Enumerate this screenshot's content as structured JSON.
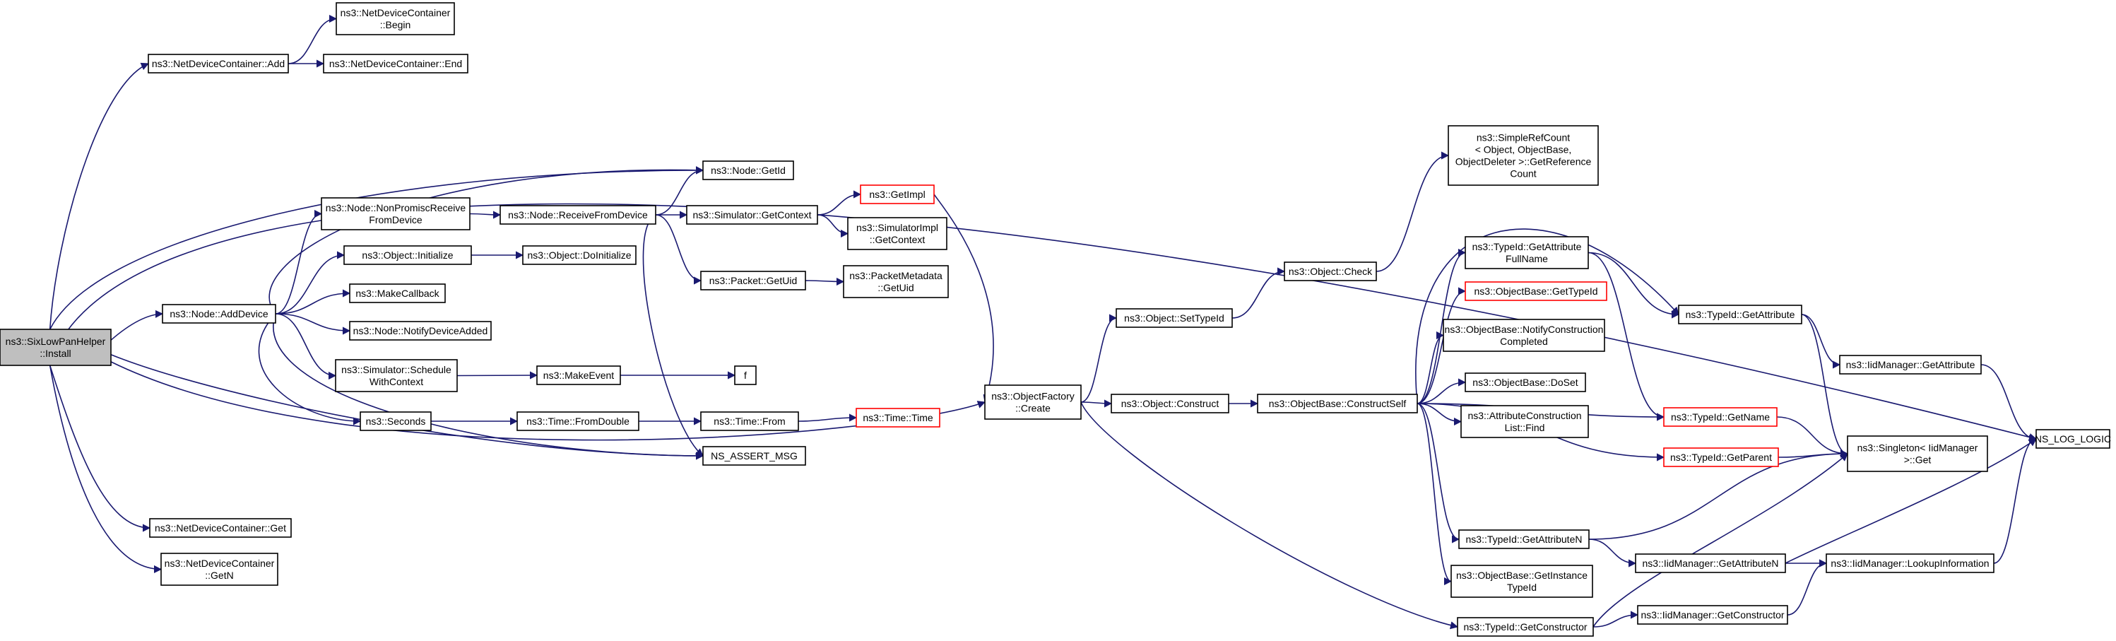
{
  "colors": {
    "edge": "#191970",
    "box_border": "#000000",
    "box_border_truncated": "#ff0000",
    "box_fill": "#ffffff",
    "root_fill": "#bfbfbf"
  },
  "nodes": [
    {
      "id": "root",
      "lines": [
        "ns3::SixLowPanHelper",
        "::Install"
      ],
      "root": true
    },
    {
      "id": "ndc_add",
      "lines": [
        "ns3::NetDeviceContainer::Add"
      ]
    },
    {
      "id": "ndc_begin",
      "lines": [
        "ns3::NetDeviceContainer",
        "::Begin"
      ]
    },
    {
      "id": "ndc_end",
      "lines": [
        "ns3::NetDeviceContainer::End"
      ]
    },
    {
      "id": "node_getid",
      "lines": [
        "ns3::Node::GetId"
      ]
    },
    {
      "id": "node_nonpromisc",
      "lines": [
        "ns3::Node::NonPromiscReceive",
        "FromDevice"
      ]
    },
    {
      "id": "node_receive",
      "lines": [
        "ns3::Node::ReceiveFromDevice"
      ]
    },
    {
      "id": "sim_getcontext",
      "lines": [
        "ns3::Simulator::GetContext"
      ]
    },
    {
      "id": "getimpl",
      "lines": [
        "ns3::GetImpl"
      ],
      "truncated": true
    },
    {
      "id": "simimpl_getcontext",
      "lines": [
        "ns3::SimulatorImpl",
        "::GetContext"
      ]
    },
    {
      "id": "obj_initialize",
      "lines": [
        "ns3::Object::Initialize"
      ]
    },
    {
      "id": "obj_doinitialize",
      "lines": [
        "ns3::Object::DoInitialize"
      ]
    },
    {
      "id": "packet_getuid",
      "lines": [
        "ns3::Packet::GetUid"
      ]
    },
    {
      "id": "packetmeta_getuid",
      "lines": [
        "ns3::PacketMetadata",
        "::GetUid"
      ]
    },
    {
      "id": "node_adddevice",
      "lines": [
        "ns3::Node::AddDevice"
      ]
    },
    {
      "id": "makecallback",
      "lines": [
        "ns3::MakeCallback"
      ]
    },
    {
      "id": "node_notify",
      "lines": [
        "ns3::Node::NotifyDeviceAdded"
      ]
    },
    {
      "id": "sim_schedule",
      "lines": [
        "ns3::Simulator::Schedule",
        "WithContext"
      ]
    },
    {
      "id": "makeevent",
      "lines": [
        "ns3::MakeEvent"
      ]
    },
    {
      "id": "f",
      "lines": [
        "f"
      ]
    },
    {
      "id": "seconds",
      "lines": [
        "ns3::Seconds"
      ]
    },
    {
      "id": "time_fromdouble",
      "lines": [
        "ns3::Time::FromDouble"
      ]
    },
    {
      "id": "time_from",
      "lines": [
        "ns3::Time::From"
      ]
    },
    {
      "id": "time_time",
      "lines": [
        "ns3::Time::Time"
      ],
      "truncated": true
    },
    {
      "id": "ns_assert",
      "lines": [
        "NS_ASSERT_MSG"
      ]
    },
    {
      "id": "ndc_get",
      "lines": [
        "ns3::NetDeviceContainer::Get"
      ]
    },
    {
      "id": "ndc_getn",
      "lines": [
        "ns3::NetDeviceContainer",
        "::GetN"
      ]
    },
    {
      "id": "objfactory_create",
      "lines": [
        "ns3::ObjectFactory",
        "::Create"
      ]
    },
    {
      "id": "obj_settypeid",
      "lines": [
        "ns3::Object::SetTypeId"
      ]
    },
    {
      "id": "obj_check",
      "lines": [
        "ns3::Object::Check"
      ]
    },
    {
      "id": "simplerefcount",
      "lines": [
        "ns3::SimpleRefCount",
        "< Object, ObjectBase,",
        "ObjectDeleter >::GetReference",
        "Count"
      ]
    },
    {
      "id": "obj_construct",
      "lines": [
        "ns3::Object::Construct"
      ]
    },
    {
      "id": "objbase_constructself",
      "lines": [
        "ns3::ObjectBase::ConstructSelf"
      ]
    },
    {
      "id": "typeid_getattrfullname",
      "lines": [
        "ns3::TypeId::GetAttribute",
        "FullName"
      ]
    },
    {
      "id": "objbase_gettypeid",
      "lines": [
        "ns3::ObjectBase::GetTypeId"
      ],
      "truncated": true
    },
    {
      "id": "objbase_notify",
      "lines": [
        "ns3::ObjectBase::NotifyConstruction",
        "Completed"
      ]
    },
    {
      "id": "objbase_doset",
      "lines": [
        "ns3::ObjectBase::DoSet"
      ]
    },
    {
      "id": "attrconstruction_find",
      "lines": [
        "ns3::AttributeConstruction",
        "List::Find"
      ]
    },
    {
      "id": "typeid_getname",
      "lines": [
        "ns3::TypeId::GetName"
      ],
      "truncated": true
    },
    {
      "id": "typeid_getparent",
      "lines": [
        "ns3::TypeId::GetParent"
      ],
      "truncated": true
    },
    {
      "id": "typeid_getattributen",
      "lines": [
        "ns3::TypeId::GetAttributeN"
      ]
    },
    {
      "id": "objbase_getinstance",
      "lines": [
        "ns3::ObjectBase::GetInstance",
        "TypeId"
      ]
    },
    {
      "id": "typeid_getconstructor",
      "lines": [
        "ns3::TypeId::GetConstructor"
      ]
    },
    {
      "id": "typeid_getattribute",
      "lines": [
        "ns3::TypeId::GetAttribute"
      ]
    },
    {
      "id": "iidmanager_getattribute",
      "lines": [
        "ns3::IidManager::GetAttribute"
      ]
    },
    {
      "id": "singleton_get",
      "lines": [
        "ns3::Singleton< IidManager",
        ">::Get"
      ]
    },
    {
      "id": "iidmanager_getattributen",
      "lines": [
        "ns3::IidManager::GetAttributeN"
      ]
    },
    {
      "id": "iidmanager_lookup",
      "lines": [
        "ns3::IidManager::LookupInformation"
      ]
    },
    {
      "id": "iidmanager_getconstructor",
      "lines": [
        "ns3::IidManager::GetConstructor"
      ]
    },
    {
      "id": "ns_log_logic",
      "lines": [
        "NS_LOG_LOGIC"
      ]
    }
  ],
  "edges": [
    [
      "root",
      "ndc_add"
    ],
    [
      "ndc_add",
      "ndc_begin"
    ],
    [
      "ndc_add",
      "ndc_end"
    ],
    [
      "root",
      "ns_log_logic"
    ],
    [
      "root",
      "node_getid"
    ],
    [
      "root",
      "node_adddevice"
    ],
    [
      "root",
      "ns_assert"
    ],
    [
      "root",
      "objfactory_create"
    ],
    [
      "root",
      "ndc_get"
    ],
    [
      "root",
      "ndc_getn"
    ],
    [
      "node_adddevice",
      "node_getid"
    ],
    [
      "node_adddevice",
      "node_nonpromisc"
    ],
    [
      "node_adddevice",
      "obj_initialize"
    ],
    [
      "node_adddevice",
      "makecallback"
    ],
    [
      "node_adddevice",
      "node_notify"
    ],
    [
      "node_adddevice",
      "sim_schedule"
    ],
    [
      "node_adddevice",
      "seconds"
    ],
    [
      "node_adddevice",
      "ns_assert"
    ],
    [
      "node_nonpromisc",
      "node_receive"
    ],
    [
      "node_receive",
      "node_getid"
    ],
    [
      "node_receive",
      "sim_getcontext"
    ],
    [
      "node_receive",
      "packet_getuid"
    ],
    [
      "node_receive",
      "ns_assert"
    ],
    [
      "sim_getcontext",
      "getimpl"
    ],
    [
      "sim_getcontext",
      "simimpl_getcontext"
    ],
    [
      "getimpl",
      "objfactory_create"
    ],
    [
      "obj_initialize",
      "obj_doinitialize"
    ],
    [
      "packet_getuid",
      "packetmeta_getuid"
    ],
    [
      "sim_schedule",
      "makeevent"
    ],
    [
      "makeevent",
      "f"
    ],
    [
      "seconds",
      "time_fromdouble"
    ],
    [
      "time_fromdouble",
      "time_from"
    ],
    [
      "time_from",
      "time_time"
    ],
    [
      "objfactory_create",
      "obj_settypeid"
    ],
    [
      "objfactory_create",
      "obj_construct"
    ],
    [
      "objfactory_create",
      "typeid_getconstructor"
    ],
    [
      "obj_settypeid",
      "obj_check"
    ],
    [
      "obj_check",
      "simplerefcount"
    ],
    [
      "obj_construct",
      "objbase_constructself"
    ],
    [
      "objbase_constructself",
      "typeid_getattribute"
    ],
    [
      "objbase_constructself",
      "typeid_getattrfullname"
    ],
    [
      "objbase_constructself",
      "objbase_gettypeid"
    ],
    [
      "objbase_constructself",
      "objbase_notify"
    ],
    [
      "objbase_constructself",
      "objbase_doset"
    ],
    [
      "objbase_constructself",
      "attrconstruction_find"
    ],
    [
      "objbase_constructself",
      "typeid_getname"
    ],
    [
      "objbase_constructself",
      "typeid_getparent"
    ],
    [
      "objbase_constructself",
      "typeid_getattributen"
    ],
    [
      "objbase_constructself",
      "objbase_getinstance"
    ],
    [
      "typeid_getattrfullname",
      "typeid_getattribute"
    ],
    [
      "typeid_getattrfullname",
      "typeid_getname"
    ],
    [
      "typeid_getattribute",
      "iidmanager_getattribute"
    ],
    [
      "typeid_getattribute",
      "singleton_get"
    ],
    [
      "iidmanager_getattribute",
      "ns_log_logic"
    ],
    [
      "typeid_getname",
      "singleton_get"
    ],
    [
      "typeid_getparent",
      "singleton_get"
    ],
    [
      "typeid_getattributen",
      "singleton_get"
    ],
    [
      "typeid_getattributen",
      "iidmanager_getattributen"
    ],
    [
      "typeid_getconstructor",
      "singleton_get"
    ],
    [
      "typeid_getconstructor",
      "iidmanager_getconstructor"
    ],
    [
      "iidmanager_getattributen",
      "iidmanager_lookup"
    ],
    [
      "iidmanager_getconstructor",
      "iidmanager_lookup"
    ],
    [
      "iidmanager_lookup",
      "ns_log_logic"
    ],
    [
      "iidmanager_getattributen",
      "ns_log_logic"
    ]
  ]
}
